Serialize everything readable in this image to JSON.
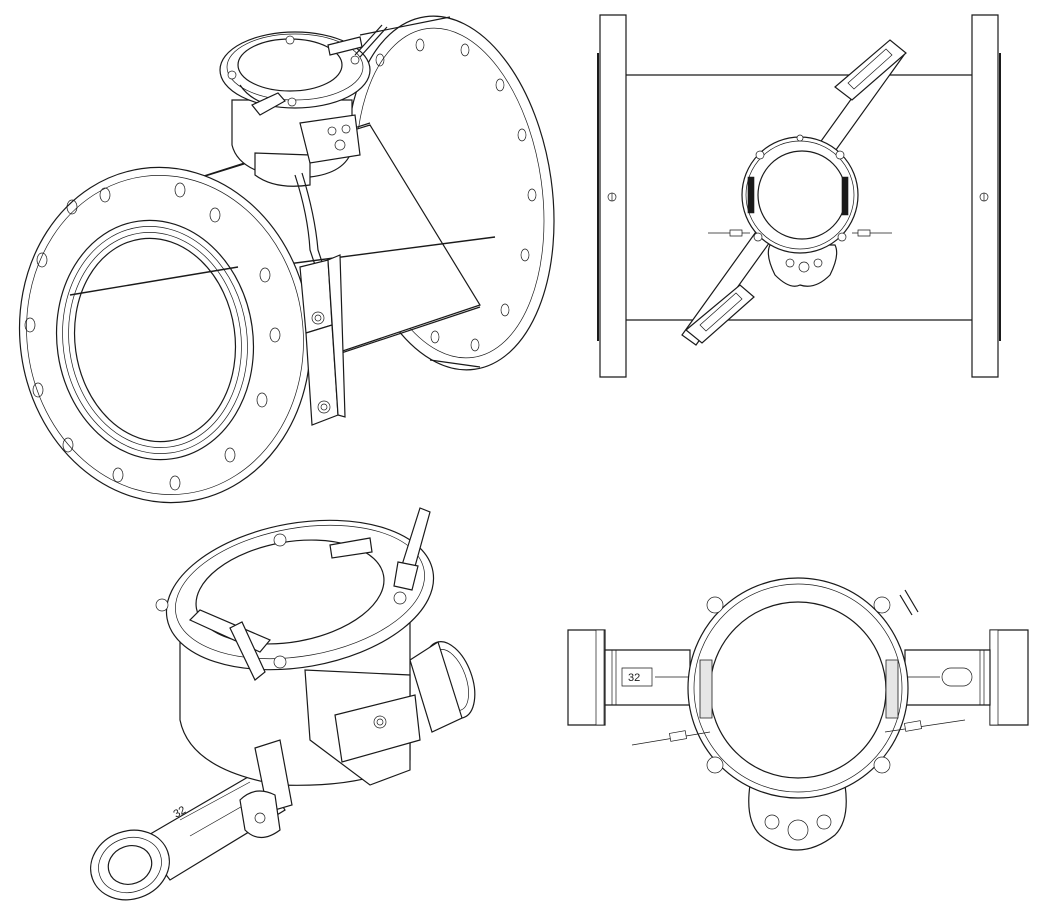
{
  "figure": {
    "views": [
      {
        "name": "isometric-flanged-meter"
      },
      {
        "name": "top-view-flanged-meter"
      },
      {
        "name": "isometric-threaded-meter"
      },
      {
        "name": "top-view-threaded-meter"
      }
    ],
    "line_color": "#1a1a1a",
    "background": "#ffffff"
  },
  "labels": {
    "body_marking": "32"
  }
}
